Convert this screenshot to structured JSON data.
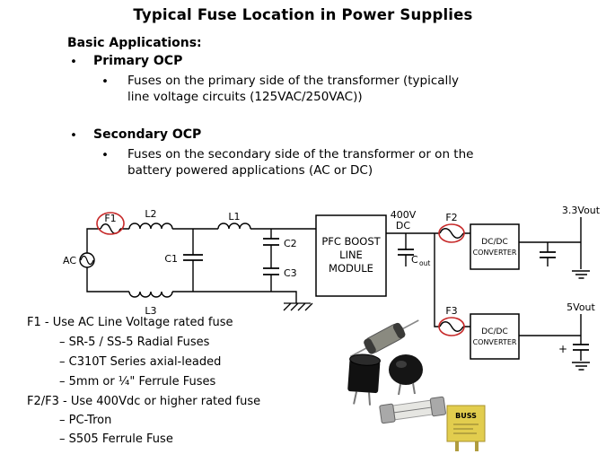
{
  "title": "Typical Fuse Location in Power Supplies",
  "intro": {
    "bullet_char": "•",
    "heading": "Basic Applications:",
    "bullet1": {
      "label": "Primary OCP",
      "line1": "Fuses on the primary side of the transformer (typically",
      "line2": "line voltage circuits (125VAC/250VAC))"
    },
    "bullet2": {
      "label": "Secondary OCP",
      "line1": "Fuses on the secondary side of the transformer or on the",
      "line2": "battery powered applications (AC or DC)"
    }
  },
  "circuit": {
    "ac_label": "AC",
    "f1": "F1",
    "f2": "F2",
    "f3": "F3",
    "l1": "L1",
    "l2": "L2",
    "l3": "L3",
    "c1": "C1",
    "c2": "C2",
    "c3": "C3",
    "cout_main": "C",
    "cout_sub": "out",
    "bus_voltage_line1": "400V",
    "bus_voltage_line2": "DC",
    "pfc_line1": "PFC BOOST",
    "pfc_line2": "LINE",
    "pfc_line3": "MODULE",
    "dcdc_line1": "DC/DC",
    "dcdc_line2": "CONVERTER",
    "out_top": "3.3Vout",
    "out_bottom": "5Vout",
    "plus_sign": "+",
    "accent_red": "#c62828"
  },
  "notes": {
    "f1_heading": "F1 - Use AC Line Voltage rated fuse",
    "f1_items": [
      "– SR-5 / SS-5 Radial Fuses",
      "– C310T Series axial-leaded",
      "– 5mm or ¼\" Ferrule Fuses"
    ],
    "f23_heading": "F2/F3 - Use 400Vdc or higher rated fuse",
    "f23_items": [
      "– PC-Tron",
      "– S505 Ferrule Fuse"
    ]
  },
  "photos": {
    "buss_text": "BUSS",
    "buss_color": "#e2cd4e"
  }
}
